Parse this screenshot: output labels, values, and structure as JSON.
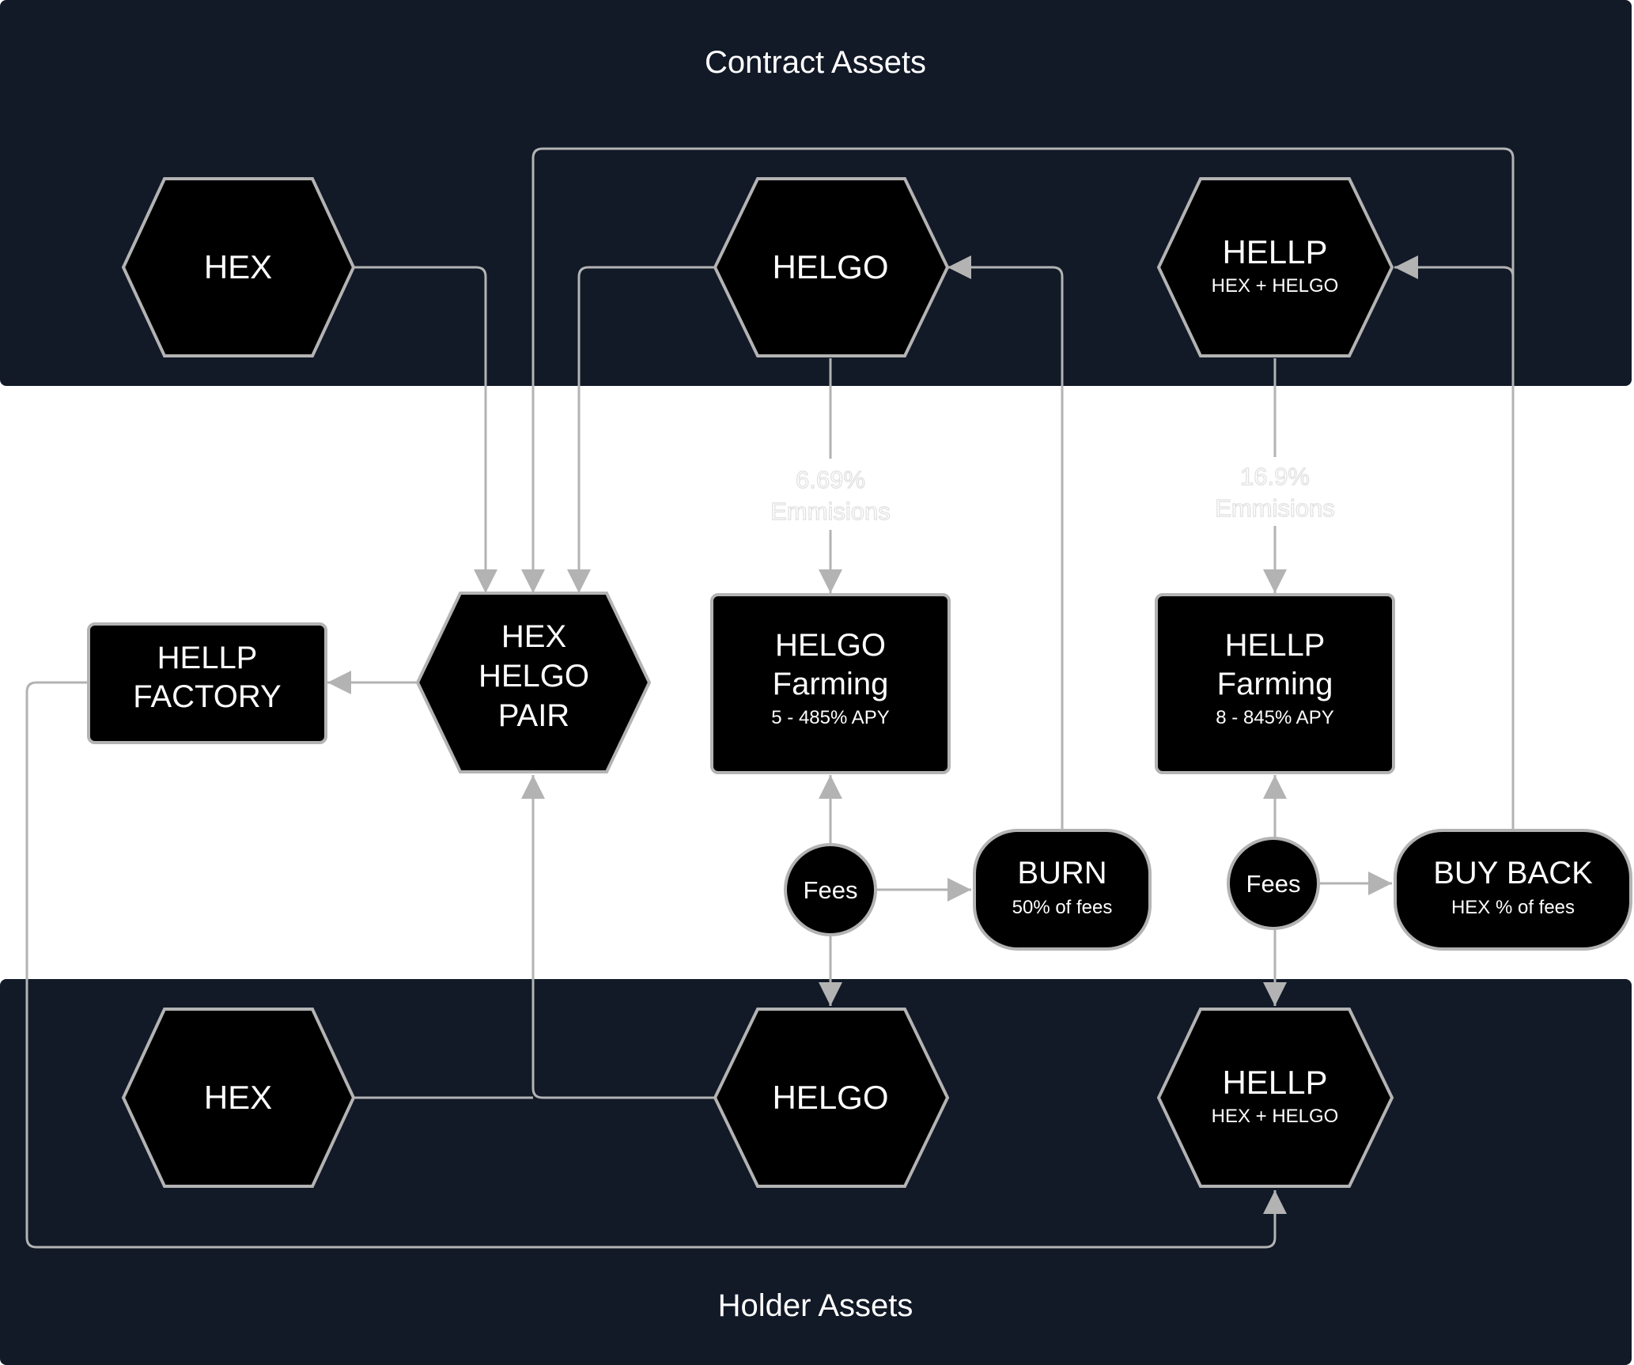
{
  "lanes": {
    "contract": {
      "title": "Contract Assets"
    },
    "holder": {
      "title": "Holder Assets"
    }
  },
  "nodes": {
    "hex_contract": {
      "label": "HEX"
    },
    "helgo_contract": {
      "label": "HELGO"
    },
    "hellp_contract": {
      "label": "HELLP",
      "sub": "HEX + HELGO"
    },
    "hex_helgo_pair": {
      "line1": "HEX",
      "line2": "HELGO",
      "line3": "PAIR"
    },
    "hellp_factory": {
      "line1": "HELLP",
      "line2": "FACTORY"
    },
    "helgo_farming": {
      "line1": "HELGO",
      "line2": "Farming",
      "sub": "5 - 485% APY"
    },
    "hellp_farming": {
      "line1": "HELLP",
      "line2": "Farming",
      "sub": "8 - 845% APY"
    },
    "fees_helgo": {
      "label": "Fees"
    },
    "fees_hellp": {
      "label": "Fees"
    },
    "burn": {
      "label": "BURN",
      "sub": "50% of fees"
    },
    "buy_back": {
      "label": "BUY BACK",
      "sub": "HEX % of fees"
    },
    "hex_holder": {
      "label": "HEX"
    },
    "helgo_holder": {
      "label": "HELGO"
    },
    "hellp_holder": {
      "label": "HELLP",
      "sub": "HEX + HELGO"
    }
  },
  "edge_labels": {
    "helgo_emissions": {
      "line1": "6.69%",
      "line2": "Emmisions"
    },
    "hellp_emissions": {
      "line1": "16.9%",
      "line2": "Emmisions"
    }
  },
  "colors": {
    "lane_background": "#121927",
    "node_fill": "#000000",
    "stroke": "#b3b3b3",
    "text": "#ffffff"
  }
}
